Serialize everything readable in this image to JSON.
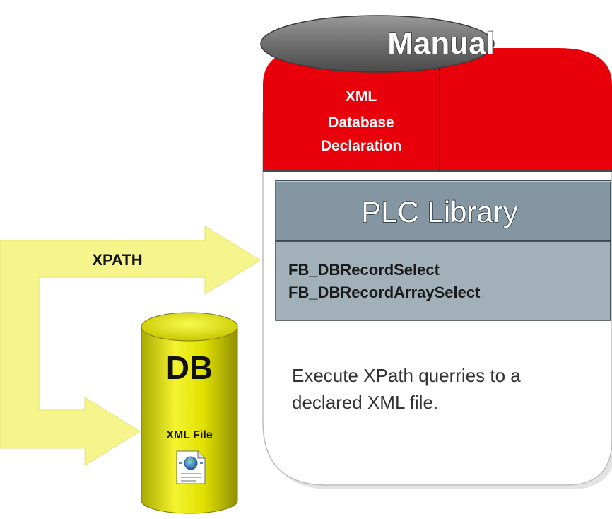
{
  "manual": {
    "title": "Manual"
  },
  "xml_declaration": {
    "lines": [
      "XML",
      "Database",
      "Declaration"
    ]
  },
  "plc_library": {
    "title": "PLC Library",
    "blocks": [
      "FB_DBRecordSelect",
      "FB_DBRecordArraySelect"
    ],
    "description_lines": [
      "Execute XPath querries to a",
      "declared XML file."
    ]
  },
  "arrow": {
    "label": "XPATH"
  },
  "database": {
    "title": "DB",
    "file_label": "XML File",
    "file_icon": "xml-file-icon"
  },
  "colors": {
    "manual_red": "#e8000a",
    "plc_header_gray": "#8496a1",
    "plc_body_gray": "#a2b0b9",
    "arrow_yellow": "#f5f58c",
    "db_yellow": "#e6e600"
  }
}
